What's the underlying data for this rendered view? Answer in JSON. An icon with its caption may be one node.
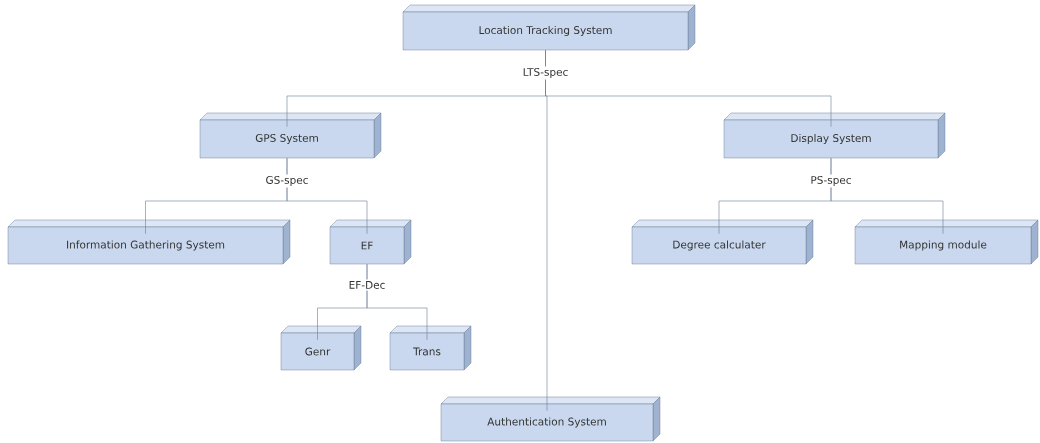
{
  "diagram": {
    "nodes": [
      {
        "text": [
          "Location Tracking System"
        ]
      },
      {
        "text": [
          "GPS System"
        ]
      },
      {
        "text": [
          "Display System"
        ]
      },
      {
        "text": [
          "Information Gathering System"
        ]
      },
      {
        "text": [
          "EF"
        ]
      },
      {
        "text": [
          "Degree calculater"
        ]
      },
      {
        "text": [
          "Mapping module"
        ]
      },
      {
        "text": [
          "Genr"
        ]
      },
      {
        "text": [
          "Trans"
        ]
      },
      {
        "text": [
          "Authentication System"
        ]
      }
    ],
    "edges": [
      {
        "from": 0,
        "to": 1,
        "arrow": "none"
      },
      {
        "from": 0,
        "to": 9,
        "arrow": "none",
        "label": "LTS-spec"
      },
      {
        "from": 0,
        "to": 2,
        "arrow": "none"
      },
      {
        "from": 1,
        "to": 3,
        "arrow": "none",
        "label": "GS-spec"
      },
      {
        "from": 1,
        "to": 4,
        "arrow": "none"
      },
      {
        "from": 2,
        "to": 5,
        "arrow": "none",
        "label": "PS-spec"
      },
      {
        "from": 2,
        "to": 6,
        "arrow": "none"
      },
      {
        "from": 4,
        "to": 7,
        "arrow": "none",
        "label": "EF-Dec"
      },
      {
        "from": 4,
        "to": 8,
        "arrow": "none"
      }
    ]
  }
}
